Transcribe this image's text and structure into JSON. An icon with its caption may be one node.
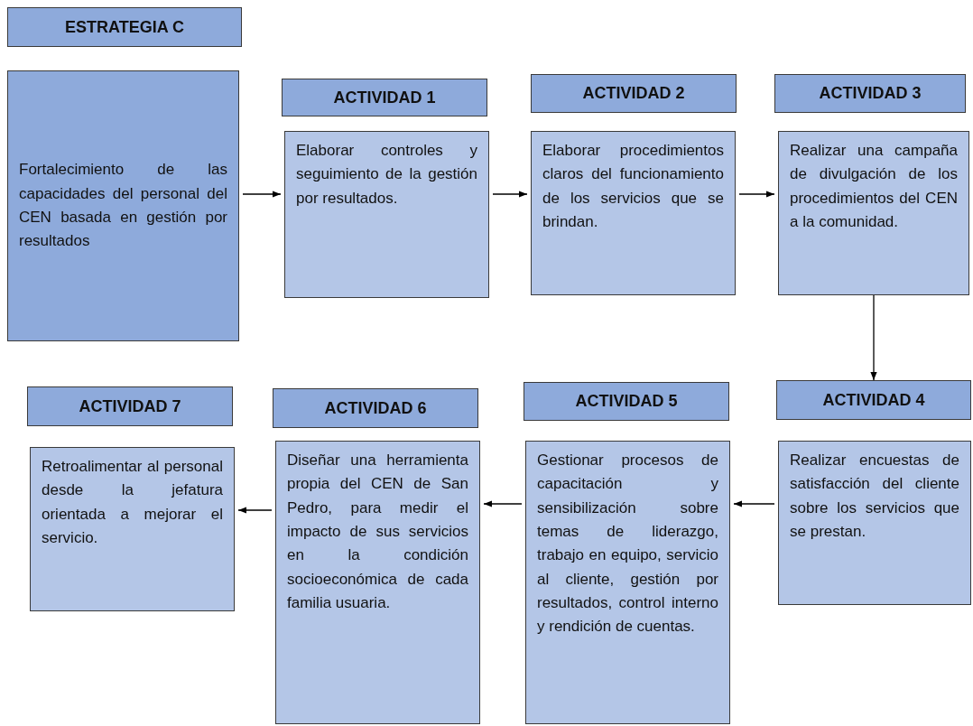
{
  "diagram": {
    "nodes": [
      {
        "text": [
          "ESTRATEGIA C"
        ]
      },
      {
        "text": [
          "Fortalecimiento de las capacidades del personal del CEN basada en gestión por resultados"
        ]
      },
      {
        "text": [
          "ACTIVIDAD 1"
        ]
      },
      {
        "text": [
          "Elaborar controles y seguimiento de la gestión por resultados."
        ]
      },
      {
        "text": [
          "ACTIVIDAD 2"
        ]
      },
      {
        "text": [
          "Elaborar procedimientos claros del funcionamiento de los servicios que se brindan."
        ]
      },
      {
        "text": [
          "ACTIVIDAD 3"
        ]
      },
      {
        "text": [
          "Realizar una campaña de divulgación de los procedimientos del CEN a la comunidad."
        ]
      },
      {
        "text": [
          "ACTIVIDAD 4"
        ]
      },
      {
        "text": [
          "Realizar encuestas de satisfacción del cliente sobre los servicios que se prestan."
        ]
      },
      {
        "text": [
          "ACTIVIDAD 5"
        ]
      },
      {
        "text": [
          "Gestionar procesos de capacitación y sensibilización sobre temas de liderazgo, trabajo en equipo, servicio al cliente, gestión por resultados, control interno y rendición de cuentas."
        ]
      },
      {
        "text": [
          "ACTIVIDAD 6"
        ]
      },
      {
        "text": [
          "Diseñar una herramienta propia del CEN de San Pedro, para medir el impacto de sus servicios en la condición socioeconómica de cada familia usuaria."
        ]
      },
      {
        "text": [
          "ACTIVIDAD 7"
        ]
      },
      {
        "text": [
          "Retroalimentar al personal desde la jefatura orientada a mejorar el servicio."
        ]
      }
    ],
    "edges": [
      {
        "from": 1,
        "to": 3,
        "arrow": "to"
      },
      {
        "from": 3,
        "to": 5,
        "arrow": "to"
      },
      {
        "from": 5,
        "to": 7,
        "arrow": "to"
      },
      {
        "from": 7,
        "to": 8,
        "arrow": "to"
      },
      {
        "from": 9,
        "to": 11,
        "arrow": "to"
      },
      {
        "from": 11,
        "to": 13,
        "arrow": "to"
      },
      {
        "from": 13,
        "to": 15,
        "arrow": "to"
      }
    ]
  }
}
